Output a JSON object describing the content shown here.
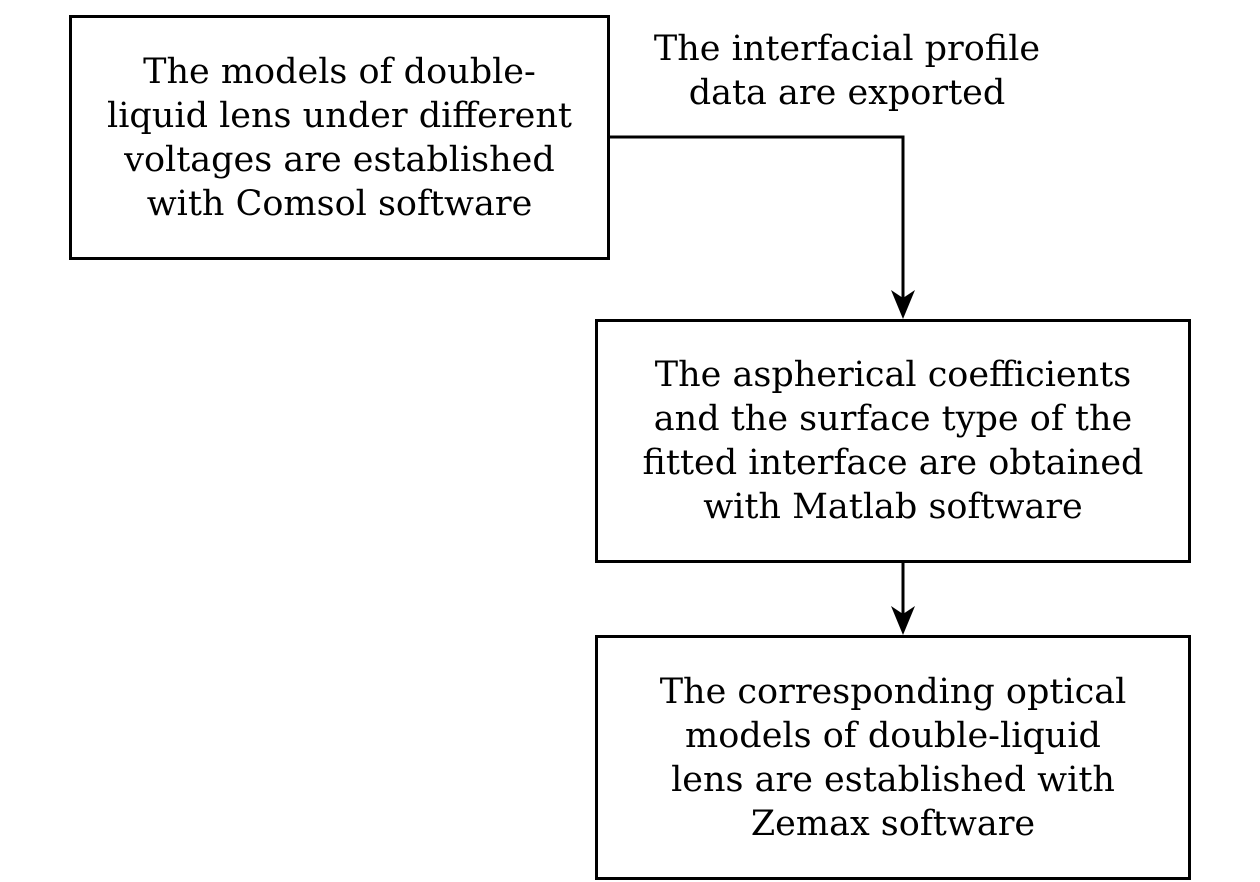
{
  "nodes": {
    "comsol": {
      "lines": [
        "The models of double-",
        "liquid lens under different",
        "voltages are established",
        "with Comsol software"
      ]
    },
    "matlab": {
      "lines": [
        "The aspherical coefficients",
        "and the surface type of the",
        "fitted interface are obtained",
        "with Matlab software"
      ]
    },
    "zemax": {
      "lines": [
        "The corresponding optical",
        "models of double-liquid",
        "lens are established with",
        "Zemax software"
      ]
    }
  },
  "edges": {
    "comsol_to_matlab": {
      "label_lines": [
        "The interfacial profile",
        "data are exported"
      ]
    },
    "matlab_to_zemax": {}
  },
  "colors": {
    "stroke": "#000000",
    "background": "#ffffff"
  }
}
